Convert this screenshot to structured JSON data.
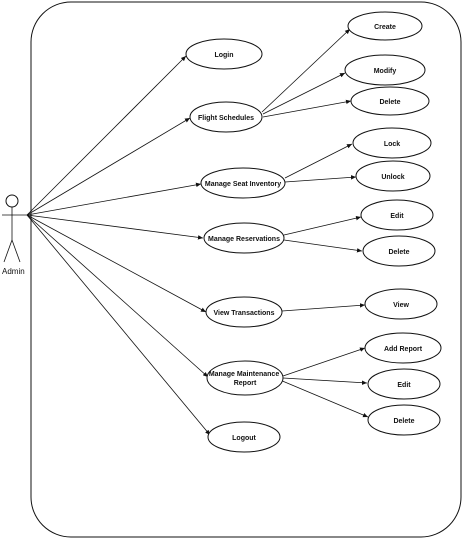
{
  "actor": {
    "label": "Admin"
  },
  "use_cases": {
    "login": "Login",
    "flight_schedules": "Flight Schedules",
    "manage_seat_inventory": "Manage Seat Inventory",
    "manage_reservations": "Manage Reservations",
    "view_transactions": "View Transactions",
    "manage_maintenance_report": [
      "Manage Maintenance",
      "Report"
    ],
    "logout": "Logout"
  },
  "sub_cases": {
    "create": "Create",
    "modify": "Modify",
    "delete_flight": "Delete",
    "lock": "Lock",
    "unlock": "Unlock",
    "edit_reservation": "Edit",
    "delete_reservation": "Delete",
    "view": "View",
    "add_report": "Add Report",
    "edit_report": "Edit",
    "delete_report": "Delete"
  }
}
